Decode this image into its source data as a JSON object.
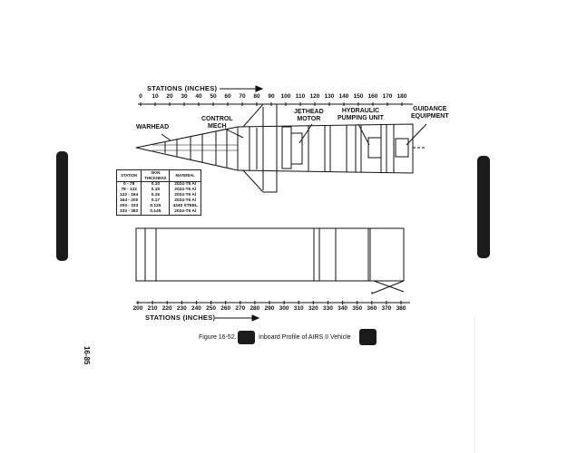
{
  "top_axis": {
    "title": "STATIONS (INCHES)",
    "ticks": [
      "0",
      "10",
      "20",
      "30",
      "40",
      "50",
      "60",
      "70",
      "80",
      "90",
      "100",
      "110",
      "120",
      "130",
      "140",
      "150",
      "160",
      "170",
      "180"
    ]
  },
  "bottom_axis": {
    "title": "STATIONS (INCHES)",
    "ticks": [
      "200",
      "210",
      "220",
      "230",
      "240",
      "250",
      "260",
      "270",
      "280",
      "290",
      "300",
      "310",
      "320",
      "330",
      "340",
      "350",
      "360",
      "370",
      "380"
    ]
  },
  "labels": {
    "warhead": "WARHEAD",
    "control_mech": "CONTROL\nMECH",
    "jethead_motor": "JETHEAD\nMOTOR",
    "hydraulic_unit": "HYDRAULIC\nPUMPING UNIT",
    "guidance": "GUIDANCE\nEQUIPMENT"
  },
  "table": {
    "headers": [
      "STATION",
      "SKIN\nTHICKNESS",
      "MATERIAL"
    ],
    "rows": [
      [
        "0 - 78",
        "0.10",
        "2024-T6 Al"
      ],
      [
        "78 - 122",
        "0.15",
        "2024-T6 Al"
      ],
      [
        "122 - 164",
        "0.15",
        "2024-T6 Al"
      ],
      [
        "164 - 200",
        "0.17",
        "2024-T6 Al"
      ],
      [
        "200 - 333",
        "0.125",
        "4340 STEEL"
      ],
      [
        "333 - 382",
        "0.145",
        "2024-T6 Al"
      ]
    ]
  },
  "caption": "Figure 16-52.",
  "caption_title": "Inboard Profile of AIRS II Vehicle",
  "page_number": "16-85"
}
